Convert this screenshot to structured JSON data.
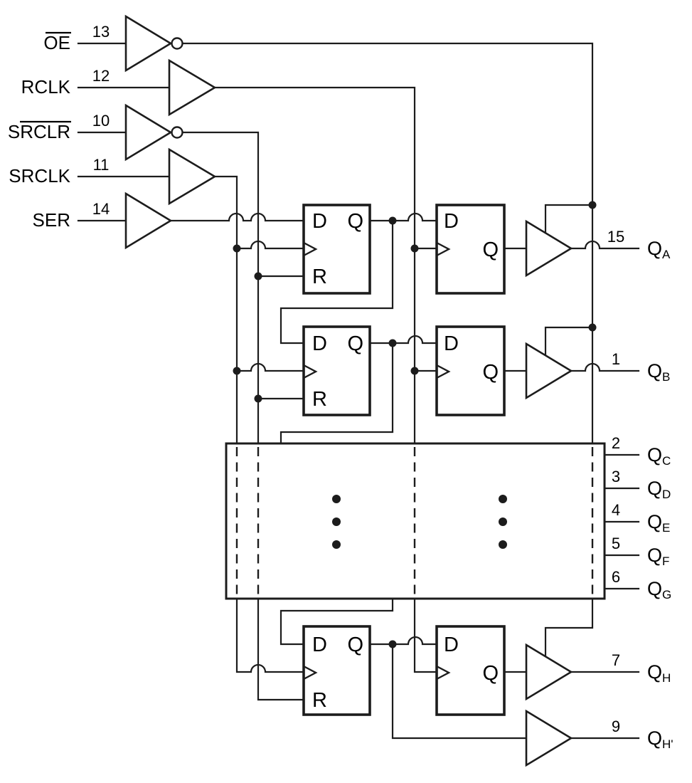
{
  "meta": {
    "description": "Shift-register logic diagram"
  },
  "colors": {
    "line": "#1c1c1c",
    "text": "#000000",
    "background": "#ffffff"
  },
  "inputs": [
    {
      "label": "OE",
      "pin": "13",
      "overline": true,
      "gate": "inverter"
    },
    {
      "label": "RCLK",
      "pin": "12",
      "overline": false,
      "gate": "buffer"
    },
    {
      "label": "SRCLR",
      "pin": "10",
      "overline": true,
      "gate": "inverter"
    },
    {
      "label": "SRCLK",
      "pin": "11",
      "overline": false,
      "gate": "buffer"
    },
    {
      "label": "SER",
      "pin": "14",
      "overline": false,
      "gate": "buffer"
    }
  ],
  "outputs": [
    {
      "base": "Q",
      "sub": "A",
      "pin": "15"
    },
    {
      "base": "Q",
      "sub": "B",
      "pin": "1"
    },
    {
      "base": "Q",
      "sub": "C",
      "pin": "2"
    },
    {
      "base": "Q",
      "sub": "D",
      "pin": "3"
    },
    {
      "base": "Q",
      "sub": "E",
      "pin": "4"
    },
    {
      "base": "Q",
      "sub": "F",
      "pin": "5"
    },
    {
      "base": "Q",
      "sub": "G",
      "pin": "6"
    },
    {
      "base": "Q",
      "sub": "H",
      "pin": "7"
    },
    {
      "base": "Q",
      "sub": "H'",
      "pin": "9"
    }
  ],
  "ports": {
    "d": "D",
    "q": "Q",
    "r": "R"
  }
}
